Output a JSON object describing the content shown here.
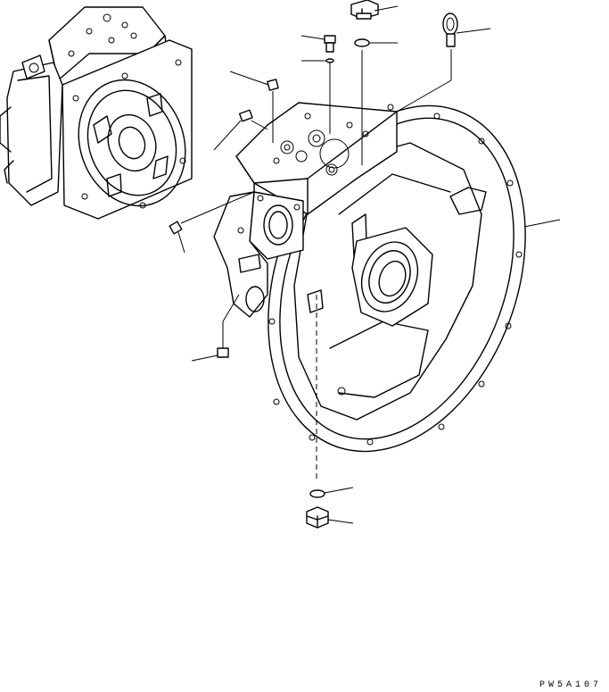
{
  "diagram_code": "PW5A107",
  "parts": [
    {
      "name": "pump-assembly-overview",
      "icon": "pump-assembly-icon"
    },
    {
      "name": "flywheel-housing",
      "icon": "housing-icon"
    },
    {
      "name": "drain-plug-top",
      "icon": "plug-icon"
    },
    {
      "name": "o-ring-top",
      "icon": "o-ring-icon"
    },
    {
      "name": "eye-bolt",
      "icon": "eye-bolt-icon"
    },
    {
      "name": "bolt",
      "icon": "bolt-icon"
    },
    {
      "name": "drain-plug-bottom",
      "icon": "plug-icon"
    },
    {
      "name": "o-ring-bottom",
      "icon": "o-ring-icon"
    }
  ]
}
